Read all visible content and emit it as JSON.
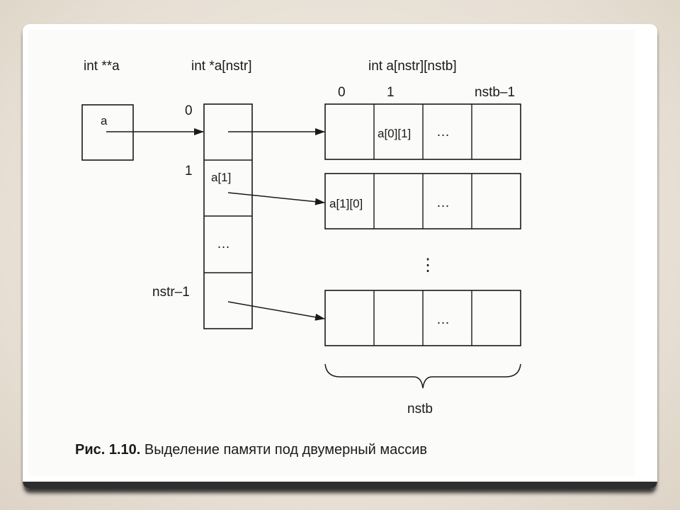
{
  "labels": {
    "pointer_pointer": "int **a",
    "pointer_array": "int *a[nstr]",
    "matrix": "int a[nstr][nstb]",
    "col_0": "0",
    "col_1": "1",
    "col_last": "nstb–1",
    "row_0": "0",
    "row_1": "1",
    "row_last": "nstr–1",
    "var_a": "a",
    "ptr_a1": "a[1]",
    "ptr_ellipsis": "…",
    "cell_a01": "a[0][1]",
    "cell_a10": "a[1][0]",
    "cell_ellipsis": "…",
    "vertical_ellipsis": "⋮",
    "brace_label": "nstb"
  },
  "caption": {
    "prefix": "Рис. 1.10.",
    "text": " Выделение памяти под двумерный массив"
  }
}
